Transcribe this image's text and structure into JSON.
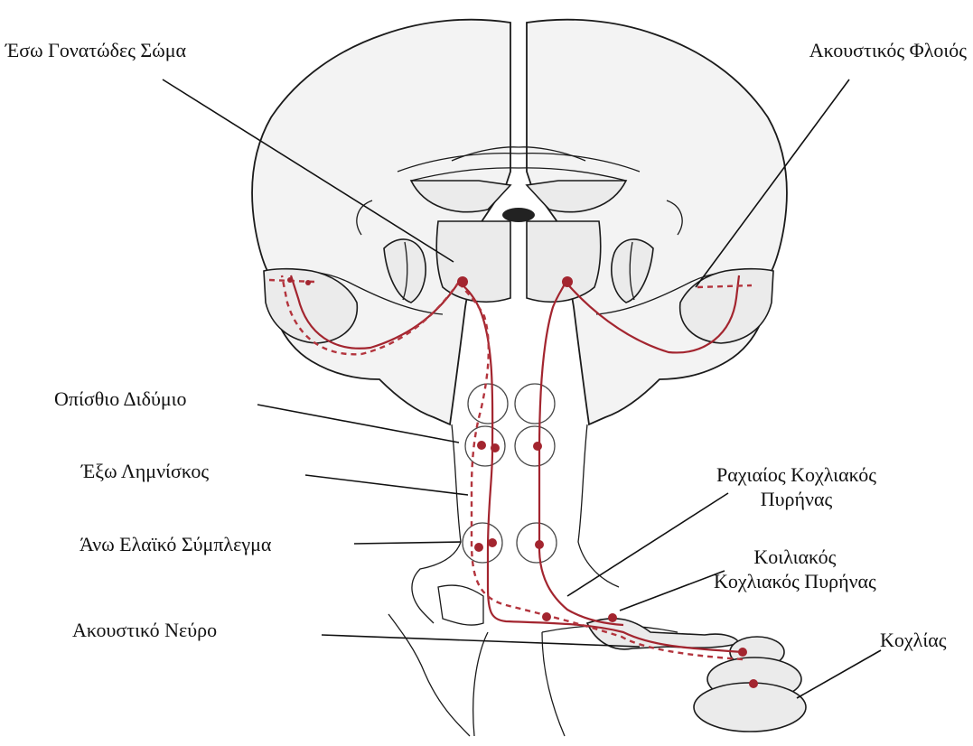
{
  "labels": {
    "lateral_geniculate": "Έσω Γονατώδες Σώμα",
    "auditory_cortex": "Ακουστικός Φλοιός",
    "inferior_colliculus": "Οπίσθιο Διδύμιο",
    "lateral_lemniscus": "Έξω Λημνίσκος",
    "dorsal_cochlear_nucleus_line1": "Ραχιαίος Κοχλιακός",
    "dorsal_cochlear_nucleus_line2": "Πυρήνας",
    "superior_olivary_complex": "Άνω Ελαϊκό Σύμπλεγμα",
    "ventral_cochlear_nucleus_line1": "Κοιλιακός",
    "ventral_cochlear_nucleus_line2": "Κοχλιακός Πυρήνας",
    "auditory_nerve": "Ακουστικό Νεύρο",
    "cochlea": "Κοχλίας"
  },
  "colors": {
    "pathway": "#a3252f",
    "outline": "#1b1b1b",
    "tissue": "#f3f3f3"
  }
}
